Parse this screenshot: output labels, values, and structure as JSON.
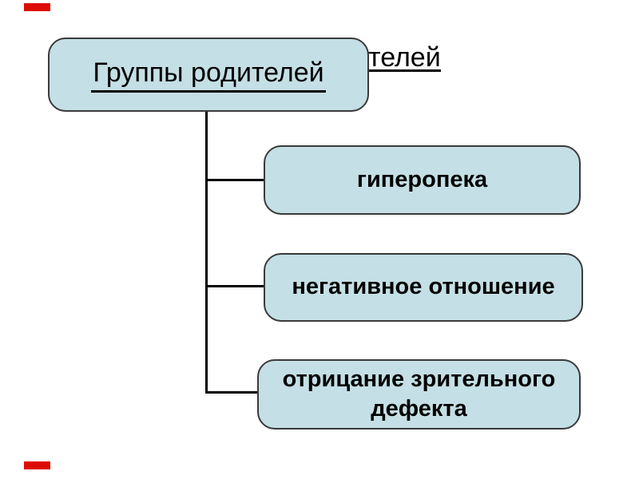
{
  "slide": {
    "background_color": "#ffffff",
    "accent_bars": {
      "color": "#dd0b06",
      "top_left": "red-bar",
      "bottom_left": "red-bar"
    },
    "title_visible_fragment": "телей",
    "root_box": {
      "label": "Группы родителей"
    },
    "child_boxes": [
      {
        "lines": [
          "гиперопека"
        ]
      },
      {
        "lines": [
          "негативное отношение"
        ]
      },
      {
        "lines": [
          "отрицание зрительного",
          "дефекта"
        ]
      }
    ],
    "colors": {
      "box_fill": "#c4dfe5",
      "box_border": "#3a3a3a",
      "connector_line": "#000000",
      "text": "#000000",
      "accent_red": "#dd0b06"
    }
  }
}
